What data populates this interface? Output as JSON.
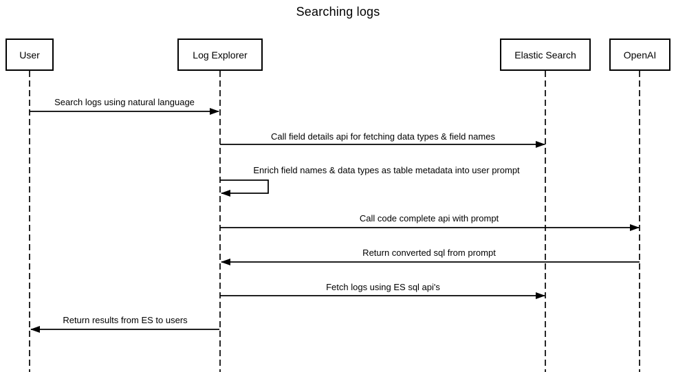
{
  "title": "Searching logs",
  "diagram_type": "sequence-diagram",
  "colors": {
    "background": "#ffffff",
    "line": "#000000",
    "text": "#000000",
    "participant_fill": "#ffffff",
    "participant_border": "#000000"
  },
  "participants": [
    {
      "id": "user",
      "label": "User"
    },
    {
      "id": "log-explorer",
      "label": "Log Explorer"
    },
    {
      "id": "elastic-search",
      "label": "Elastic Search"
    },
    {
      "id": "openai",
      "label": "OpenAI"
    }
  ],
  "messages": [
    {
      "from": "User",
      "to": "Log Explorer",
      "type": "solid-arrow",
      "label": "Search logs using natural language"
    },
    {
      "from": "Log Explorer",
      "to": "Elastic Search",
      "type": "solid-arrow",
      "label": "Call field details api for fetching data types & field names"
    },
    {
      "from": "Log Explorer",
      "to": "Log Explorer",
      "type": "self-loop",
      "label": "Enrich field names & data types as table metadata into user prompt"
    },
    {
      "from": "Log Explorer",
      "to": "OpenAI",
      "type": "solid-arrow",
      "label": "Call code complete api with prompt"
    },
    {
      "from": "OpenAI",
      "to": "Log Explorer",
      "type": "solid-arrow",
      "label": "Return converted sql from prompt"
    },
    {
      "from": "Log Explorer",
      "to": "Elastic Search",
      "type": "solid-arrow",
      "label": "Fetch logs using ES sql api's"
    },
    {
      "from": "Log Explorer",
      "to": "User",
      "type": "solid-arrow",
      "label": "Return results from ES to users"
    }
  ]
}
